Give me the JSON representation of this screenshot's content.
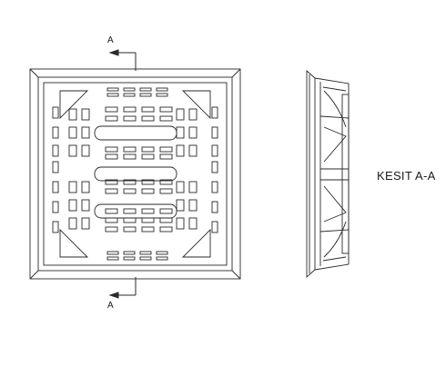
{
  "drawing": {
    "section_marker_top": "A",
    "section_marker_bottom": "A",
    "section_view_title": "KESIT A-A"
  },
  "colors": {
    "line": "#2a2a2a",
    "background": "#ffffff"
  }
}
